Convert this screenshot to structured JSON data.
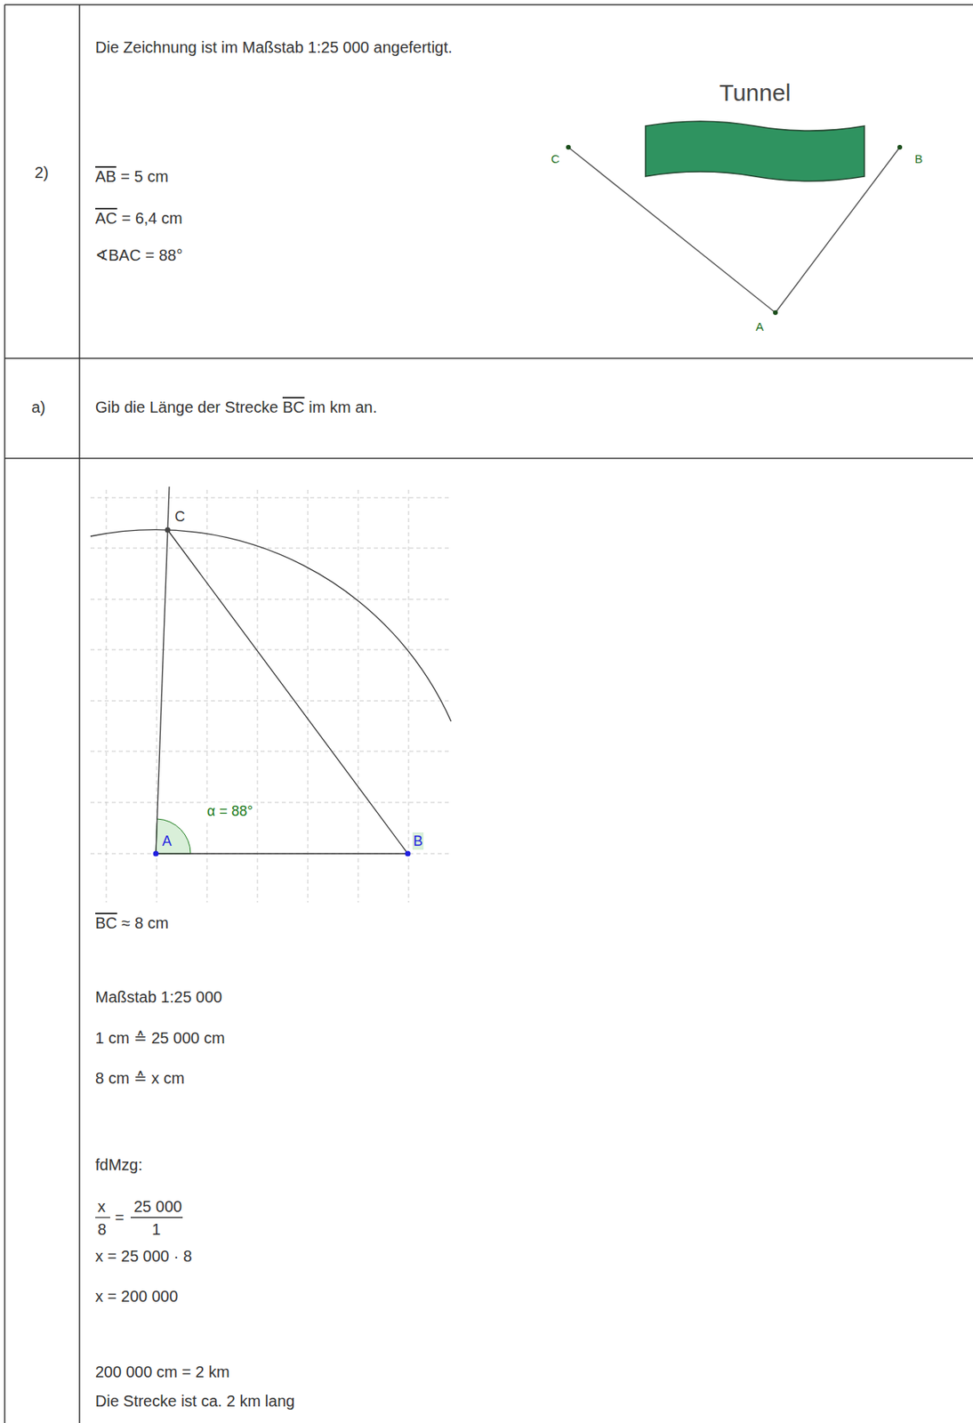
{
  "diagram": {
    "nodes": [
      {
        "text": [
          "Tunnel"
        ]
      }
    ],
    "labels": [
      "2)",
      "Die Zeichnung ist im Maßstab 1:25 000 angefertigt.",
      "AB",
      "= 5 cm",
      "AC",
      "= 6,4 cm",
      "∢BAC = 88°",
      "C",
      "B",
      "A",
      "a)",
      "Gib die Länge der Strecke",
      "BC",
      "im km an.",
      "C",
      "α = 88°",
      "A",
      "B",
      "BC",
      "≈ 8 cm",
      "Maßstab 1:25 000",
      "1 cm ≙ 25 000 cm",
      "8 cm ≙ x cm",
      "fdMzg:",
      "x",
      "8",
      "=",
      "25 000",
      "1",
      "x = 25 000 · 8",
      "x = 200 000",
      "200 000 cm = 2 km",
      "Die Strecke ist ca. 2 km lang"
    ]
  }
}
